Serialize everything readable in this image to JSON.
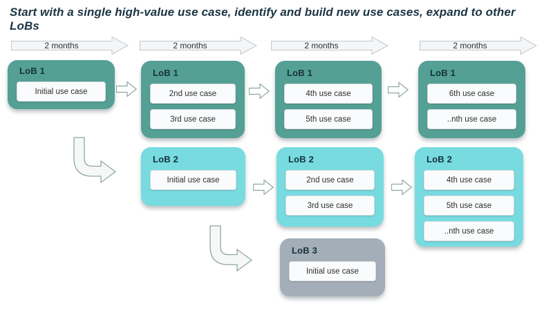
{
  "title": "Start with a single high-value use case, identify and build new use cases, expand to other LoBs",
  "timeline": {
    "arrows": [
      {
        "label": "2 months"
      },
      {
        "label": "2 months"
      },
      {
        "label": "2 months"
      },
      {
        "label": "2 months"
      }
    ]
  },
  "cards": [
    {
      "lob": "LoB 1",
      "use_cases": [
        "Initial use case"
      ]
    },
    {
      "lob": "LoB 1",
      "use_cases": [
        "2nd use case",
        "3rd use case"
      ]
    },
    {
      "lob": "LoB 1",
      "use_cases": [
        "4th use case",
        "5th use case"
      ]
    },
    {
      "lob": "LoB 1",
      "use_cases": [
        "6th use case",
        "..nth use case"
      ]
    },
    {
      "lob": "LoB 2",
      "use_cases": [
        "Initial use case"
      ]
    },
    {
      "lob": "LoB 2",
      "use_cases": [
        "2nd use case",
        "3rd use case"
      ]
    },
    {
      "lob": "LoB 2",
      "use_cases": [
        "4th use case",
        "5th use case",
        "..nth use case"
      ]
    },
    {
      "lob": "LoB 3",
      "use_cases": [
        "Initial use case"
      ]
    }
  ],
  "colors": {
    "lob1_fill": "#54A094",
    "lob2_fill": "#77DBE0",
    "lob3_fill": "#A3AEB8",
    "arrow_outline": "#8FA89F",
    "timeline_fill": "#F4F6F7",
    "timeline_border": "#C2C7CB",
    "title_text": "#1B3443"
  }
}
